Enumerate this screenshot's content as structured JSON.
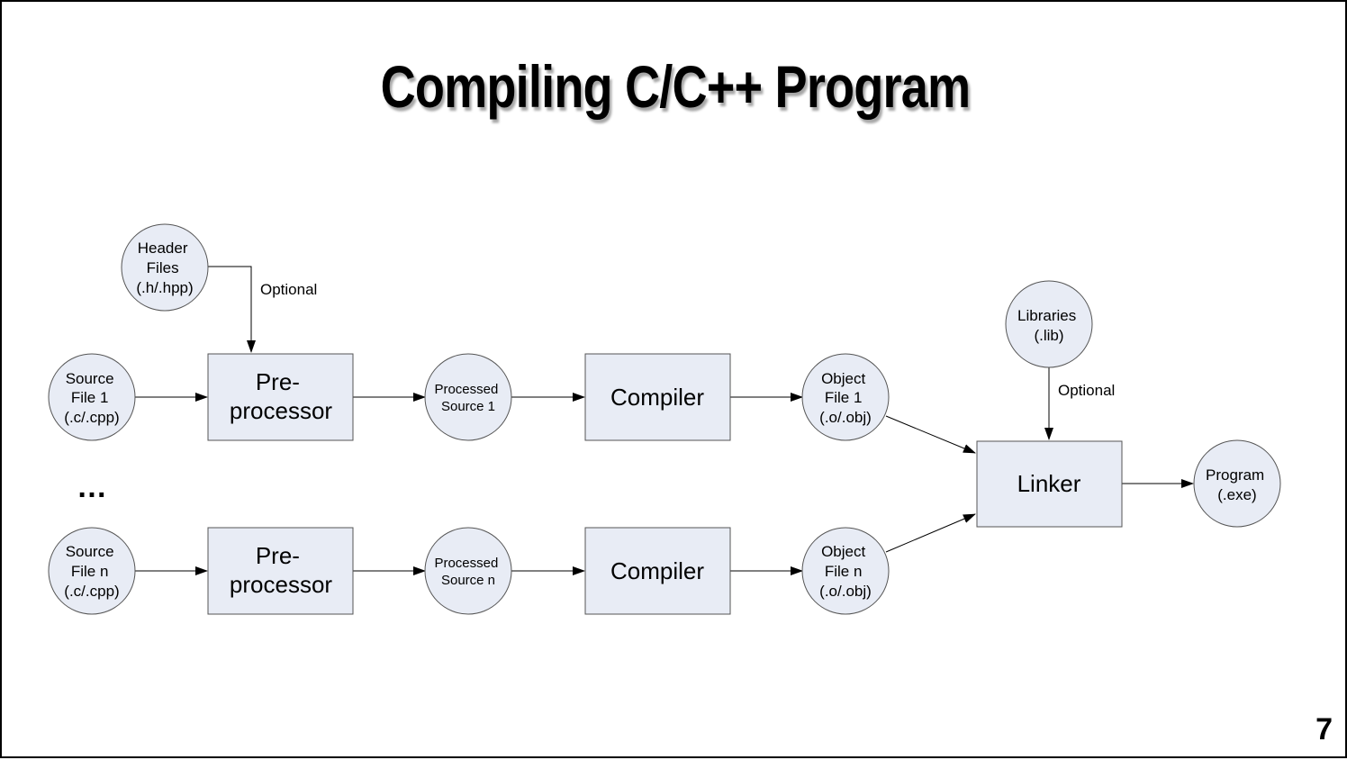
{
  "title": "Compiling C/C++ Program",
  "page_number": "7",
  "colors": {
    "node_fill": "#e8ecf5",
    "stroke": "#555555",
    "arrow": "#000000"
  },
  "nodes": {
    "header_files": [
      "Header",
      "Files",
      "(.h/.hpp)"
    ],
    "source_1": [
      "Source",
      "File 1",
      "(.c/.cpp)"
    ],
    "source_n": [
      "Source",
      "File n",
      "(.c/.cpp)"
    ],
    "preprocessor_1": [
      "Pre-",
      "processor"
    ],
    "preprocessor_n": [
      "Pre-",
      "processor"
    ],
    "processed_1": [
      "Processed",
      "Source 1"
    ],
    "processed_n": [
      "Processed",
      "Source n"
    ],
    "compiler_1": [
      "Compiler"
    ],
    "compiler_n": [
      "Compiler"
    ],
    "object_1": [
      "Object",
      "File 1",
      "(.o/.obj)"
    ],
    "object_n": [
      "Object",
      "File n",
      "(.o/.obj)"
    ],
    "libraries": [
      "Libraries",
      "(.lib)"
    ],
    "linker": [
      "Linker"
    ],
    "program": [
      "Program",
      "(.exe)"
    ]
  },
  "edge_labels": {
    "header_optional": "Optional",
    "libraries_optional": "Optional"
  },
  "ellipsis": "…"
}
